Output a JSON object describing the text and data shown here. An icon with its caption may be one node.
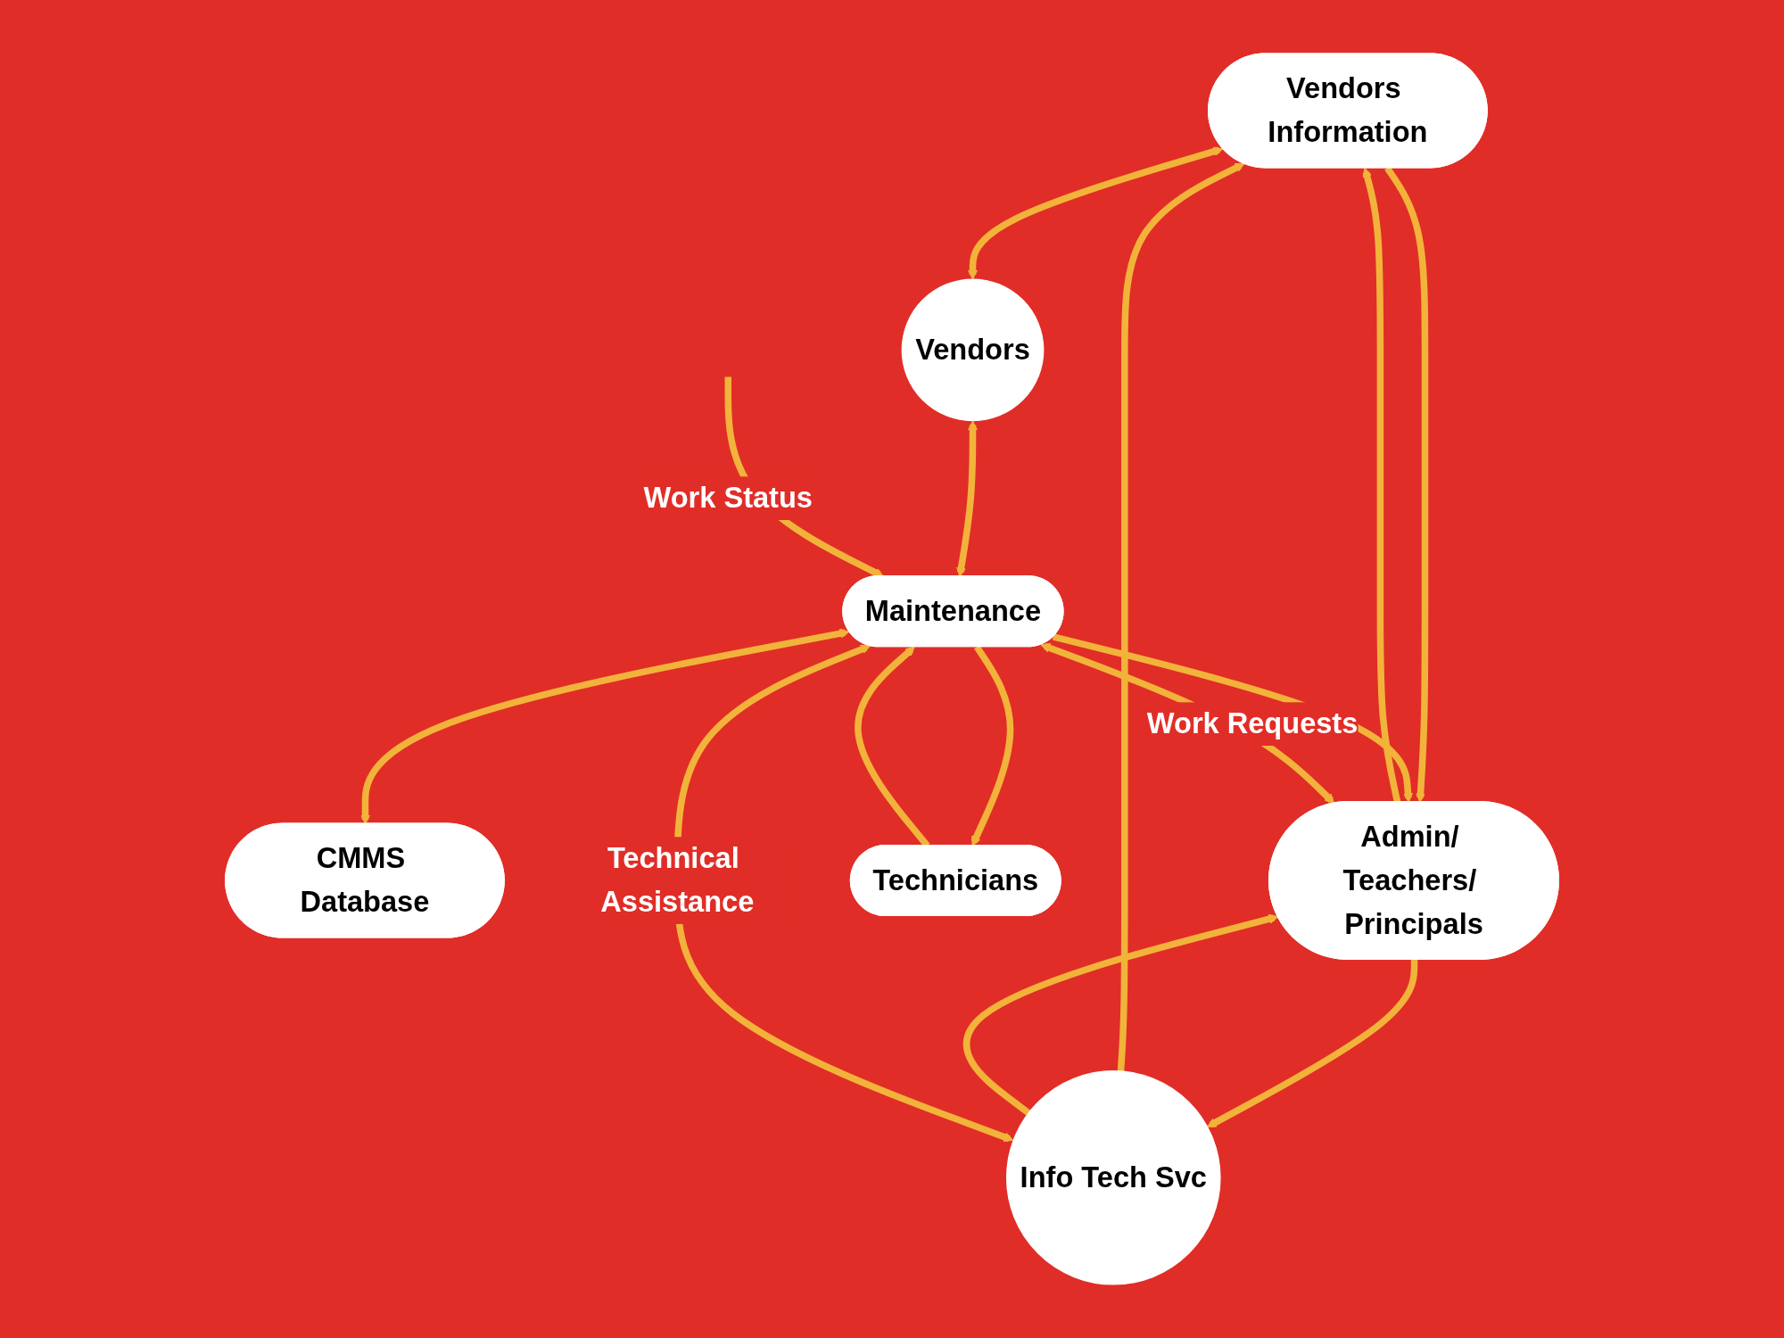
{
  "diagram": {
    "nodes": [
      {
        "text": [
          "Vendors Information"
        ]
      },
      {
        "text": [
          "Vendors"
        ]
      },
      {
        "text": [
          "CMMS Database"
        ]
      },
      {
        "text": [
          "Admin/ Teachers/ Principals"
        ]
      },
      {
        "text": [
          "Maintenance"
        ]
      },
      {
        "text": [
          "Info Tech Svc"
        ]
      },
      {
        "text": [
          "Technicians"
        ]
      }
    ],
    "edges": [
      {
        "from": 0,
        "to": 1,
        "arrow": "both"
      },
      {
        "from": 1,
        "to": 4,
        "arrow": "both"
      },
      {
        "from": 0,
        "to": 3,
        "arrow": "to"
      },
      {
        "from": 3,
        "to": 0,
        "arrow": "to"
      },
      {
        "from": 5,
        "to": 0,
        "arrow": "to"
      },
      {
        "from": 3,
        "to": 4,
        "label": "Work Requests",
        "arrow": "both"
      },
      {
        "from": 5,
        "to": 3,
        "arrow": "to"
      },
      {
        "from": 3,
        "to": 5,
        "arrow": "to"
      },
      {
        "from": 5,
        "to": 4,
        "label": "Technical Assistance",
        "arrow": "both"
      },
      {
        "from": 4,
        "to": 3,
        "arrow": "to"
      },
      {
        "from": null,
        "to": 4,
        "label": "Work Status",
        "arrow": "to"
      },
      {
        "from": 4,
        "to": 2,
        "arrow": "both"
      },
      {
        "from": 4,
        "to": 6,
        "arrow": "to"
      },
      {
        "from": 6,
        "to": 4,
        "arrow": "to"
      }
    ]
  }
}
